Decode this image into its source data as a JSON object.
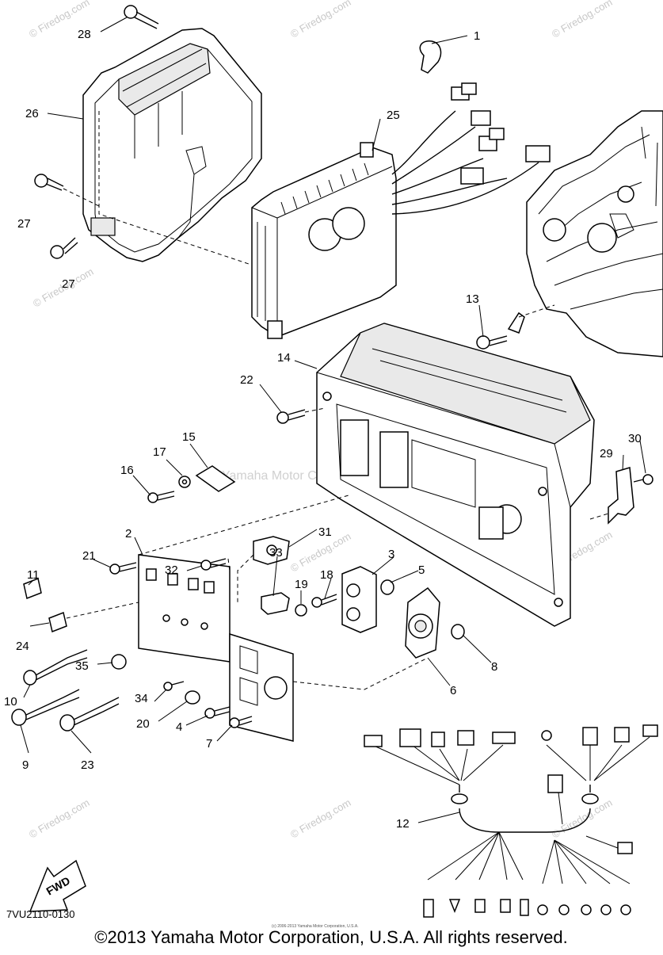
{
  "diagram": {
    "part_number_code": "7VU2110-0130",
    "copyright": "©2013 Yamaha Motor Corporation, U.S.A. All rights reserved.",
    "small_print": "(c) 2006-2013 Yamaha Motor Corporation, U.S.A.",
    "fwd_label": "FWD",
    "watermark": "© Firedog.com",
    "center_watermark": "Yamaha Motor Corp U.S.A",
    "callouts": [
      "1",
      "2",
      "3",
      "4",
      "5",
      "6",
      "7",
      "8",
      "9",
      "10",
      "11",
      "12",
      "13",
      "14",
      "15",
      "16",
      "17",
      "18",
      "19",
      "20",
      "21",
      "22",
      "23",
      "24",
      "25",
      "26",
      "27",
      "27",
      "28",
      "29",
      "30",
      "31",
      "32",
      "33",
      "34",
      "35"
    ]
  }
}
